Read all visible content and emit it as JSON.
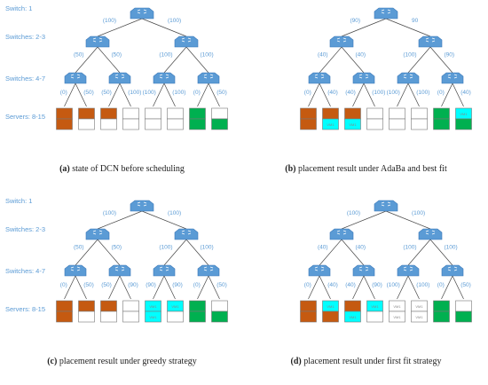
{
  "colors": {
    "switch": "#5b9bd5",
    "label": "#5b9bd5",
    "vm_brown": "#c55a11",
    "vm_green": "#00b050",
    "vm_cyan": "#00ffff",
    "empty": "#ffffff",
    "edge": "#444444"
  },
  "icons": [
    "switch-icon",
    "server-icon"
  ],
  "panels": [
    {
      "caption_letter": "(a)",
      "caption_text": "state of DCN before scheduling",
      "level_labels": [
        "Switch: 1",
        "Switches: 2-3",
        "Switches: 4-7",
        "Servers: 8-15"
      ],
      "l1_bw": [
        "(100)",
        "(100)"
      ],
      "l2_bw": [
        "(50)",
        "(50)",
        "(100)",
        "(100)"
      ],
      "l3_bw": [
        "(0)",
        "(50)",
        "(50)",
        "(100)",
        "(100)",
        "(100)",
        "(0)",
        "(50)"
      ],
      "servers": [
        {
          "top": "brown",
          "bottom": "brown",
          "top_text": "",
          "bottom_text": ""
        },
        {
          "top": "brown",
          "bottom": "empty",
          "top_text": "",
          "bottom_text": ""
        },
        {
          "top": "brown",
          "bottom": "empty",
          "top_text": "",
          "bottom_text": ""
        },
        {
          "top": "empty",
          "bottom": "empty",
          "top_text": "",
          "bottom_text": ""
        },
        {
          "top": "empty",
          "bottom": "empty",
          "top_text": "",
          "bottom_text": ""
        },
        {
          "top": "empty",
          "bottom": "empty",
          "top_text": "",
          "bottom_text": ""
        },
        {
          "top": "green",
          "bottom": "green",
          "top_text": "",
          "bottom_text": ""
        },
        {
          "top": "empty",
          "bottom": "green",
          "top_text": "",
          "bottom_text": ""
        }
      ]
    },
    {
      "caption_letter": "(b)",
      "caption_text": "placement result under AdaBa and best fit",
      "level_labels": [],
      "l1_bw": [
        "(90)",
        "90"
      ],
      "l2_bw": [
        "(40)",
        "(40)",
        "(100)",
        "(90)"
      ],
      "l3_bw": [
        "(0)",
        "(40)",
        "(40)",
        "(100)",
        "(100)",
        "(100)",
        "(0)",
        "(40)"
      ],
      "servers": [
        {
          "top": "brown",
          "bottom": "brown",
          "top_text": "",
          "bottom_text": ""
        },
        {
          "top": "brown",
          "bottom": "cyan",
          "top_text": "",
          "bottom_text": "VM1"
        },
        {
          "top": "brown",
          "bottom": "cyan",
          "top_text": "",
          "bottom_text": "VM1"
        },
        {
          "top": "empty",
          "bottom": "empty",
          "top_text": "",
          "bottom_text": ""
        },
        {
          "top": "empty",
          "bottom": "empty",
          "top_text": "",
          "bottom_text": ""
        },
        {
          "top": "empty",
          "bottom": "empty",
          "top_text": "",
          "bottom_text": ""
        },
        {
          "top": "green",
          "bottom": "green",
          "top_text": "",
          "bottom_text": ""
        },
        {
          "top": "cyan",
          "bottom": "green",
          "top_text": "VM1",
          "bottom_text": ""
        }
      ]
    },
    {
      "caption_letter": "(c)",
      "caption_text": "placement result under greedy strategy",
      "level_labels": [
        "Switch: 1",
        "Switches: 2-3",
        "Switches: 4-7",
        "Servers: 8-15"
      ],
      "l1_bw": [
        "(100)",
        "(100)"
      ],
      "l2_bw": [
        "(50)",
        "(50)",
        "(100)",
        "(100)"
      ],
      "l3_bw": [
        "(0)",
        "(50)",
        "(50)",
        "(90)",
        "(90)",
        "(90)",
        "(0)",
        "(50)"
      ],
      "servers": [
        {
          "top": "brown",
          "bottom": "brown",
          "top_text": "",
          "bottom_text": ""
        },
        {
          "top": "brown",
          "bottom": "empty",
          "top_text": "",
          "bottom_text": ""
        },
        {
          "top": "brown",
          "bottom": "empty",
          "top_text": "",
          "bottom_text": ""
        },
        {
          "top": "empty",
          "bottom": "empty",
          "top_text": "",
          "bottom_text": ""
        },
        {
          "top": "cyan",
          "bottom": "cyan",
          "top_text": "VM1",
          "bottom_text": "VM1"
        },
        {
          "top": "cyan",
          "bottom": "empty",
          "top_text": "VM1",
          "bottom_text": ""
        },
        {
          "top": "green",
          "bottom": "green",
          "top_text": "",
          "bottom_text": ""
        },
        {
          "top": "empty",
          "bottom": "green",
          "top_text": "",
          "bottom_text": ""
        }
      ]
    },
    {
      "caption_letter": "(d)",
      "caption_text": "placement result under first fit strategy",
      "level_labels": [],
      "l1_bw": [
        "(100)",
        "(100)"
      ],
      "l2_bw": [
        "(40)",
        "(40)",
        "(100)",
        "(100)"
      ],
      "l3_bw": [
        "(0)",
        "(40)",
        "(40)",
        "(90)",
        "(100)",
        "(100)",
        "(0)",
        "(50)"
      ],
      "servers": [
        {
          "top": "brown",
          "bottom": "brown",
          "top_text": "",
          "bottom_text": ""
        },
        {
          "top": "cyan",
          "bottom": "brown",
          "top_text": "VM1",
          "bottom_text": ""
        },
        {
          "top": "brown",
          "bottom": "cyan",
          "top_text": "",
          "bottom_text": "VM1"
        },
        {
          "top": "cyan",
          "bottom": "empty",
          "top_text": "VM1",
          "bottom_text": ""
        },
        {
          "top": "empty",
          "bottom": "empty",
          "top_text": "VM1",
          "bottom_text": "VM1"
        },
        {
          "top": "empty",
          "bottom": "empty",
          "top_text": "VM1",
          "bottom_text": "VM1"
        },
        {
          "top": "green",
          "bottom": "green",
          "top_text": "",
          "bottom_text": ""
        },
        {
          "top": "empty",
          "bottom": "green",
          "top_text": "",
          "bottom_text": ""
        }
      ]
    }
  ]
}
